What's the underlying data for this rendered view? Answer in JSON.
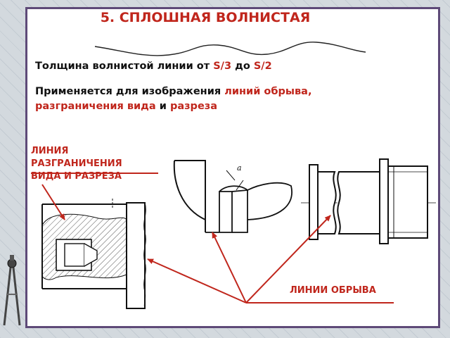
{
  "title": "5. СПЛОШНАЯ ВОЛНИСТАЯ",
  "thickness": {
    "prefix": "Толщина волнистой линии от",
    "from": "S/3",
    "middle": "до",
    "to": "S/2"
  },
  "usage": {
    "prefix": "Применяется для изображения",
    "term1": "линий обрыва,",
    "term2": "разграничения вида",
    "conj": "и",
    "term3": "разреза"
  },
  "labels": {
    "boundary": [
      "ЛИНИЯ",
      "РАЗГРАНИЧЕНИЯ",
      "ВИДА И РАЗРЕЗА"
    ],
    "break_lines": "ЛИНИИ ОБРЫВА"
  },
  "drawing_mark": "a",
  "colors": {
    "accent": "#c0261c",
    "frame": "#5e4a78",
    "text": "#111111"
  },
  "icons": [
    "compass-icon"
  ]
}
